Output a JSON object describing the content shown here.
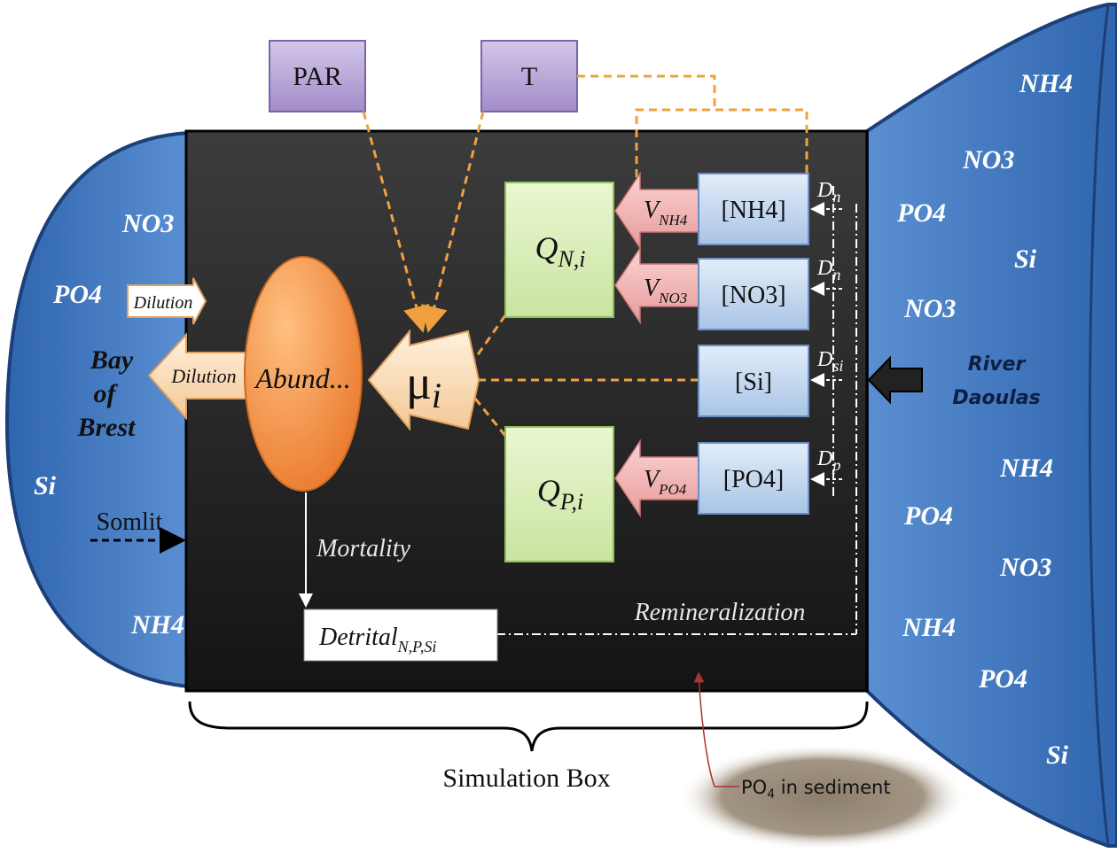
{
  "inputs": {
    "par": "PAR",
    "t": "T"
  },
  "pools": {
    "qn": {
      "main": "Q",
      "sub": "N,i"
    },
    "qp": {
      "main": "Q",
      "sub": "P,i"
    }
  },
  "nutrients": {
    "nh4": "[NH4]",
    "no3": "[NO3]",
    "si": "[Si]",
    "po4": "[PO4]"
  },
  "uptake": {
    "nh4": {
      "main": "V",
      "sub": "NH4"
    },
    "no3": {
      "main": "V",
      "sub": "NO3"
    },
    "po4": {
      "main": "V",
      "sub": "PO4"
    }
  },
  "diffusion": {
    "dn1": {
      "main": "D",
      "sub": "n"
    },
    "dn2": {
      "main": "D",
      "sub": "n"
    },
    "dsi": {
      "main": "D",
      "sub": "si"
    },
    "dp": {
      "main": "D",
      "sub": "p"
    }
  },
  "growth": {
    "main": "μ",
    "sub": "i"
  },
  "abundance": "Abund...",
  "dilution_left": "Dilution",
  "dilution_outer": "Dilution",
  "mortality": "Mortality",
  "detrital": {
    "main": "Detrital",
    "sub": "N,P,Si"
  },
  "remineralization": "Remineralization",
  "bay": {
    "line1": "Bay",
    "line2": "of",
    "line3": "Brest",
    "ions": [
      "NO3",
      "PO4",
      "Si",
      "NH4"
    ]
  },
  "somlit": "Somlit",
  "river": {
    "line1": "River",
    "line2": "Daoulas",
    "ions": [
      "NH4",
      "NO3",
      "PO4",
      "Si",
      "NO3",
      "NH4",
      "PO4",
      "NO3",
      "NH4",
      "PO4",
      "Si"
    ]
  },
  "simulation_box": "Simulation Box",
  "sediment": {
    "main": "PO",
    "sub": "4",
    "rest": " in sediment"
  },
  "colors": {
    "box": "#3a3a3a",
    "water": "#3f78c4",
    "orange_line": "#f0a040",
    "abundance": "#f08a3c",
    "pool": "#dff0c0",
    "nutrient": "#c5d9f1",
    "arrow_pink": "#f3b8b8",
    "input_box": "#b4a2d6"
  }
}
